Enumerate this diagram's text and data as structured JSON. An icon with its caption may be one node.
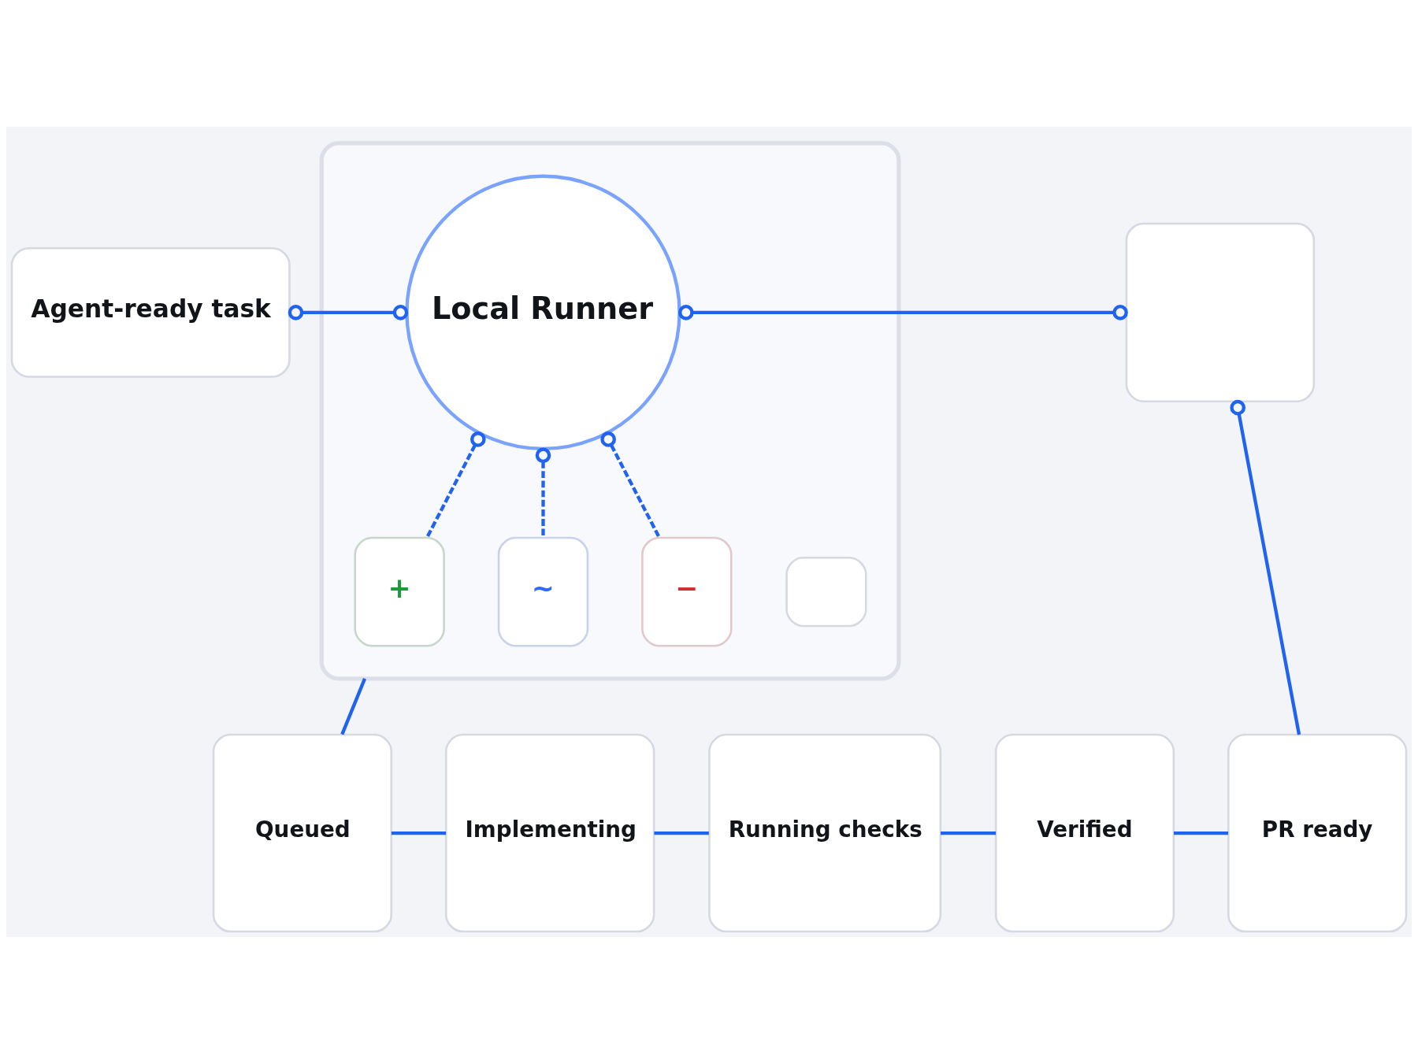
{
  "diagram": {
    "nodes": [
      {
        "text": [
          "Agent-ready task"
        ]
      },
      {
        "text": [],
        "shape": "box"
      },
      {
        "text": [],
        "shape": "box",
        "in": 1
      },
      {
        "text": [
          "Local Runner"
        ],
        "in": 1
      },
      {
        "text": [
          "+"
        ],
        "in": 1
      },
      {
        "text": [
          "~"
        ],
        "in": 1
      },
      {
        "text": [
          "−"
        ],
        "in": 1
      },
      {
        "text": [],
        "shape": "box"
      },
      {
        "text": [
          "Queued"
        ]
      },
      {
        "text": [
          "Implementing"
        ]
      },
      {
        "text": [
          "Running checks"
        ]
      },
      {
        "text": [
          "Verified"
        ]
      },
      {
        "text": [
          "PR ready"
        ]
      }
    ],
    "edges": [
      {
        "from": 0,
        "to": 3,
        "arrow": "other"
      },
      {
        "from": 3,
        "to": 7,
        "arrow": "other"
      },
      {
        "from": 3,
        "to": 4,
        "arrow": "other",
        "style": "dashed"
      },
      {
        "from": 3,
        "to": 5,
        "arrow": "other",
        "style": "dashed"
      },
      {
        "from": 3,
        "to": 6,
        "arrow": "other",
        "style": "dashed"
      },
      {
        "from": 7,
        "to": 12,
        "arrow": "other"
      },
      {
        "from": 1,
        "to": 8,
        "arrow": "none"
      },
      {
        "from": 8,
        "to": 9,
        "arrow": "none"
      },
      {
        "from": 9,
        "to": 10,
        "arrow": "none"
      },
      {
        "from": 10,
        "to": 11,
        "arrow": "none"
      },
      {
        "from": 11,
        "to": 12,
        "arrow": "none"
      }
    ]
  }
}
